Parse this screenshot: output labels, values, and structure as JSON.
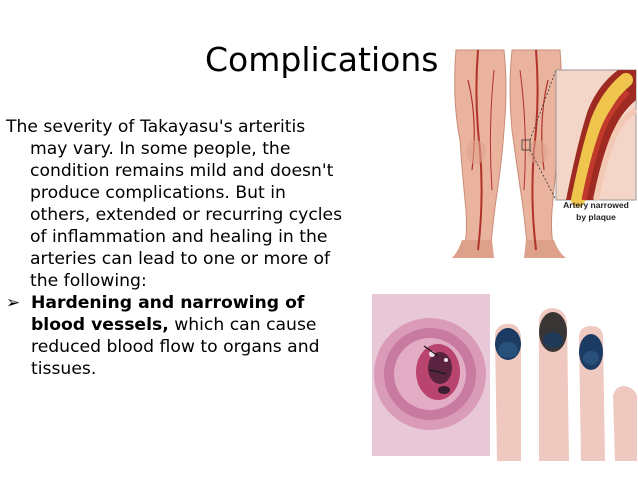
{
  "slide": {
    "title": "Complications",
    "intro": "The severity of Takayasu's arteritis may vary. In some people, the condition remains mild and doesn't produce complications. But in others, extended or recurring cycles of inflammation and healing in the arteries can lead to one or more of the following:",
    "bullet": {
      "bold": "Hardening and narrowing of blood vessels,",
      "rest": " which can cause reduced blood flow to organs and tissues."
    }
  },
  "figure_labels": {
    "artery_caption_line1": "Artery narrowed",
    "artery_caption_line2": "by plaque"
  },
  "colors": {
    "skin": "#e9b39e",
    "artery": "#b1322a",
    "plaque": "#f0c54d",
    "tissue": "#c85e80",
    "nail": "#1c3b63"
  }
}
